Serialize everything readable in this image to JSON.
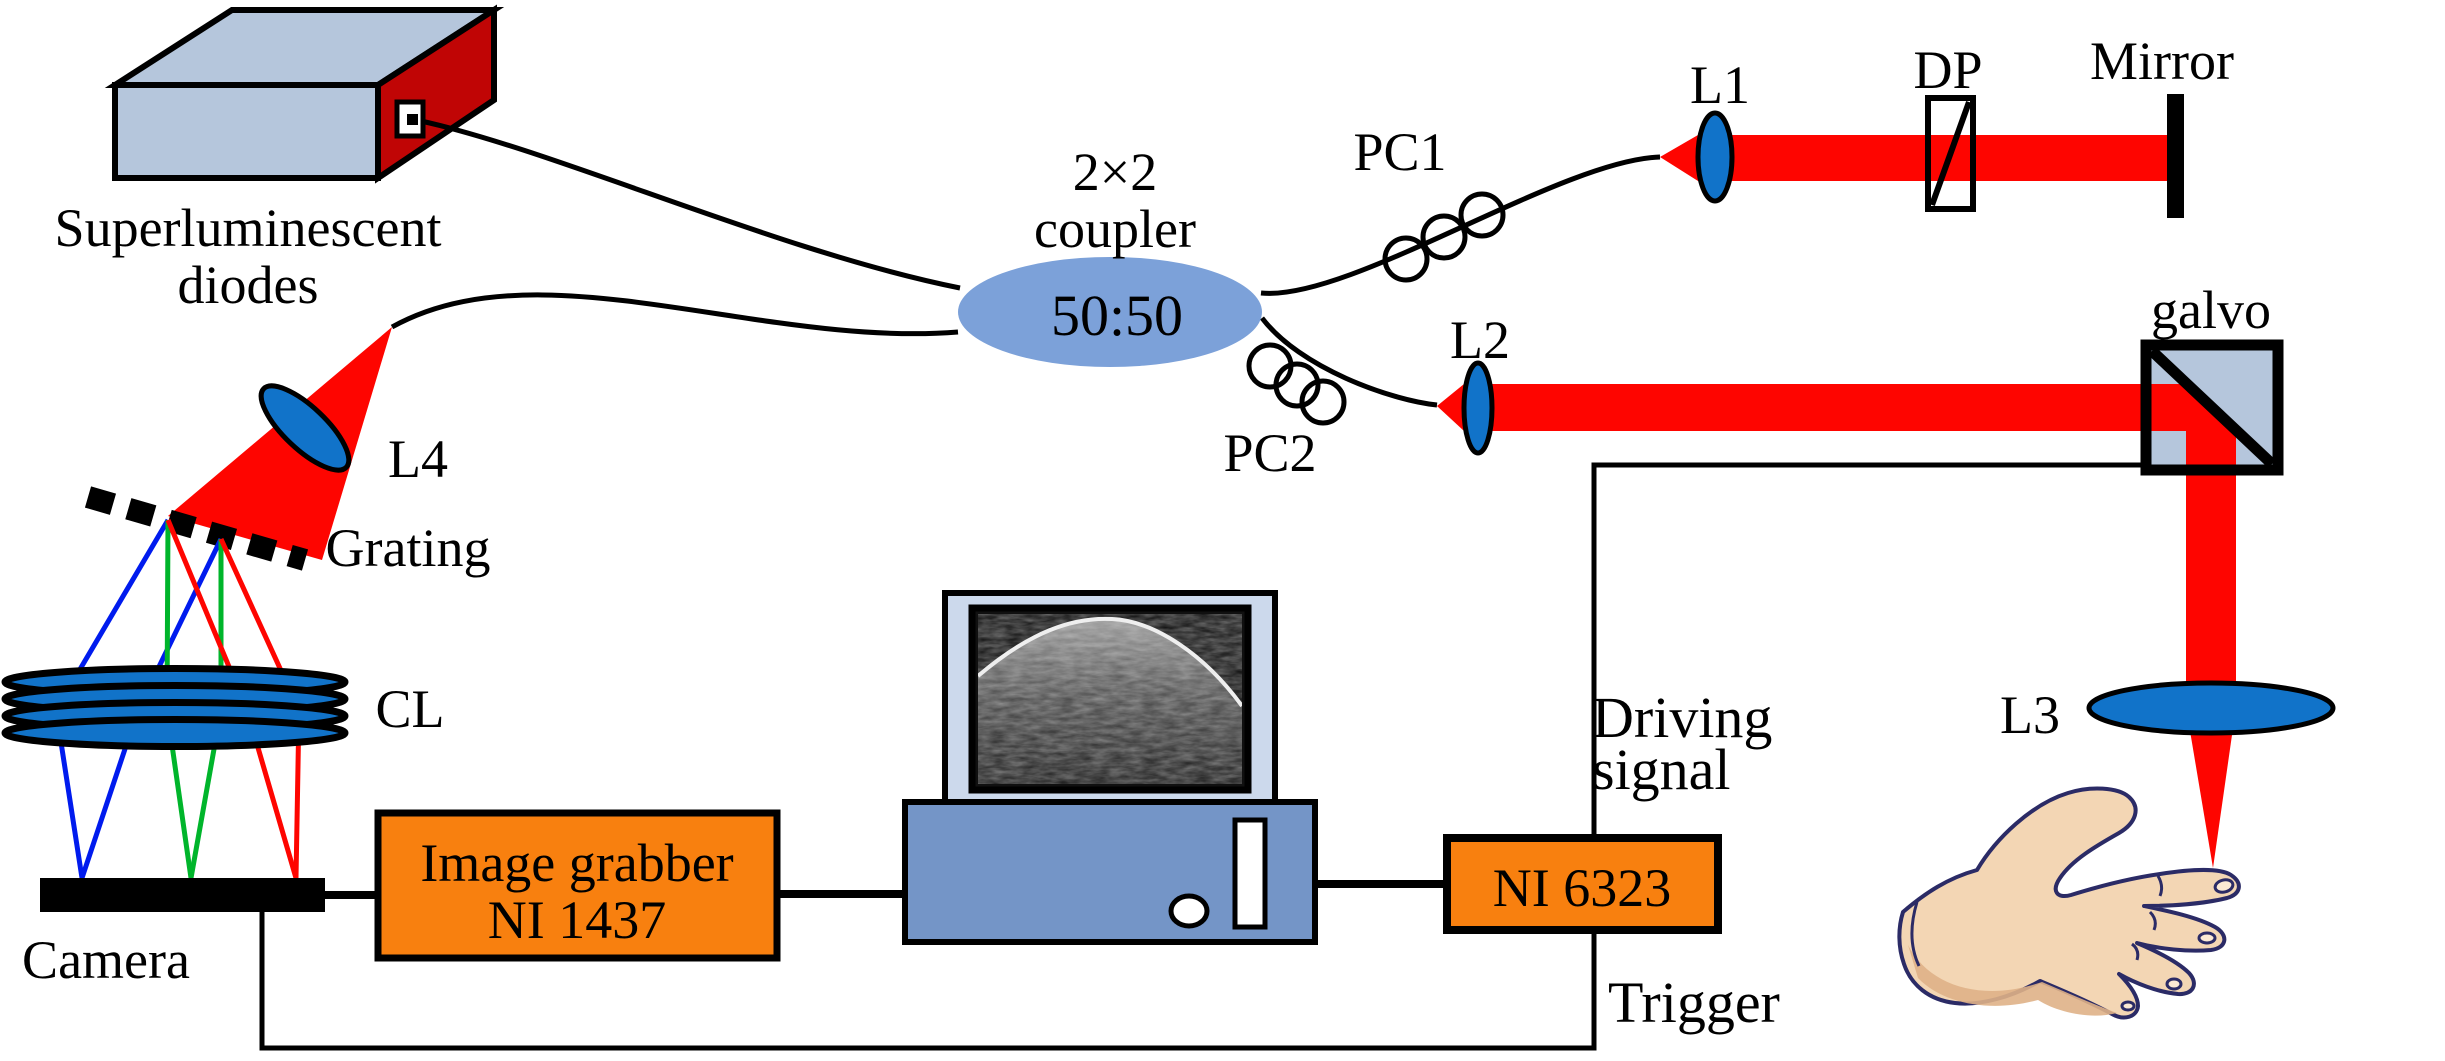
{
  "colors": {
    "beam_red": "#fe0500",
    "lens_blue": "#1173c9",
    "coupler_blue": "#7ca1d9",
    "panel_blue": "#b5c6dc",
    "sld_red": "#c00505",
    "box_orange": "#f8800f",
    "computer_base_blue": "#7495c7",
    "monitor_frame_blue": "#ccd9ec",
    "ray_blue": "#001bee",
    "ray_green": "#00b52b",
    "ray_red": "#fe0500",
    "hand_skin": "#f3d6b4",
    "hand_shade": "#dfb187",
    "hand_outline": "#2b2b66"
  },
  "source": {
    "label_line1": "Superluminescent",
    "label_line2": "diodes"
  },
  "coupler": {
    "label_line1": "2×2",
    "label_line2": "coupler",
    "split_ratio": "50:50"
  },
  "reference_arm": {
    "pc_label": "PC1",
    "lens_label": "L1",
    "dispersion_label": "DP",
    "mirror_label": "Mirror"
  },
  "sample_arm": {
    "pc_label": "PC2",
    "lens_label": "L2",
    "galvo_label": "galvo",
    "objective_label": "L3"
  },
  "spectrometer": {
    "lens_label": "L4",
    "grating_label": "Grating",
    "cyl_lens_label": "CL",
    "camera_label": "Camera"
  },
  "electronics": {
    "image_grabber_line1": "Image grabber",
    "image_grabber_line2": "NI 1437",
    "daq_label": "NI 6323",
    "driving_signal_line1": "Driving",
    "driving_signal_line2": "signal",
    "trigger_label": "Trigger"
  }
}
